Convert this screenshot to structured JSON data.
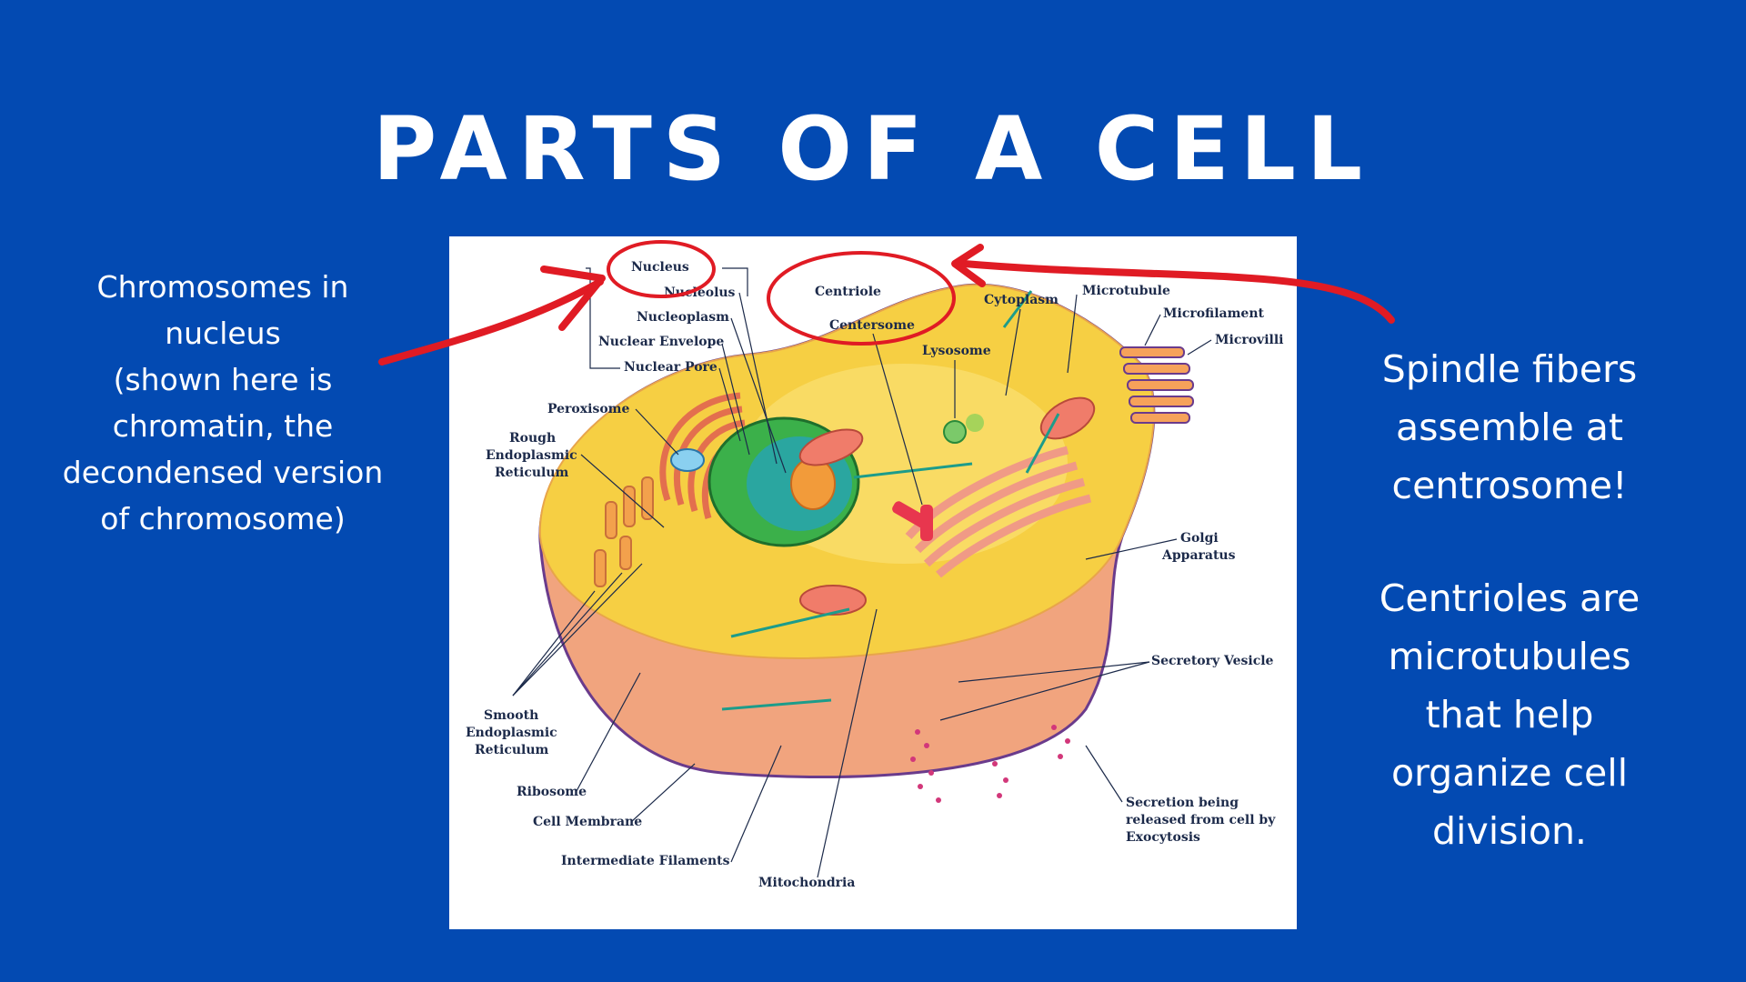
{
  "slide": {
    "title": "PARTS OF A CELL",
    "background_color": "#034ab2",
    "annotation_color": "#e01b24"
  },
  "left_note": "Chromosomes in\nnucleus\n(shown here is\nchromatin, the\ndecondensed version\nof chromosome)",
  "right_note_1": "Spindle fibers\nassemble at\ncentrosome!",
  "right_note_2": "Centrioles are\nmicrotubules\nthat help\norganize cell\ndivision.",
  "diagram": {
    "labels": {
      "nucleus": "Nucleus",
      "nucleolus": "Nucleolus",
      "nucleoplasm": "Nucleoplasm",
      "nuclear_envelope": "Nuclear Envelope",
      "nuclear_pore": "Nuclear Pore",
      "centriole": "Centriole",
      "centersome": "Centersome",
      "cytoplasm": "Cytoplasm",
      "microtubule": "Microtubule",
      "microfilament": "Microfilament",
      "microvilli": "Microvilli",
      "lysosome": "Lysosome",
      "peroxisome": "Peroxisome",
      "rough_er_1": "Rough",
      "rough_er_2": "Endoplasmic",
      "rough_er_3": "Reticulum",
      "golgi_1": "Golgi",
      "golgi_2": "Apparatus",
      "secretory_vesicle": "Secretory Vesicle",
      "smooth_er_1": "Smooth",
      "smooth_er_2": "Endoplasmic",
      "smooth_er_3": "Reticulum",
      "ribosome": "Ribosome",
      "cell_membrane": "Cell Membrane",
      "intermediate_filaments": "Intermediate Filaments",
      "mitochondria": "Mitochondria",
      "secretion_1": "Secretion being",
      "secretion_2": "released from cell by",
      "secretion_3": "Exocytosis"
    }
  }
}
